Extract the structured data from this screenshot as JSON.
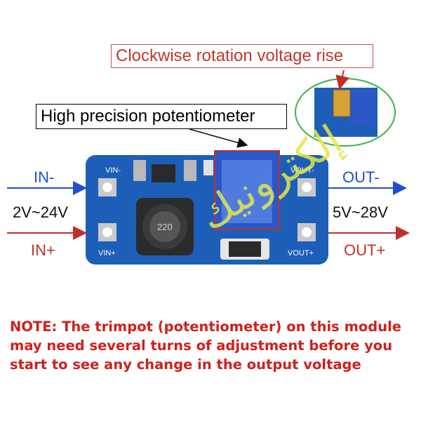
{
  "callouts": {
    "rotation": "Clockwise rotation voltage rise",
    "potentiometer": "High precision potentiometer"
  },
  "input": {
    "minus_label": "IN-",
    "plus_label": "IN+",
    "range": "2V~24V"
  },
  "output": {
    "minus_label": "OUT-",
    "plus_label": "OUT+",
    "range": "5V~28V"
  },
  "board": {
    "vin_minus": "VIN-",
    "vin_plus": "VIN+",
    "vout_minus": "VOUT-",
    "vout_plus": "VOUT+",
    "inductor_code": "220"
  },
  "note": {
    "line1": "NOTE: The trimpot (potentiometer) on this module",
    "line2": "may need several turns of adjustment before you",
    "line3": "start to see any change in the output voltage"
  },
  "watermark": "إلكترونيك",
  "colors": {
    "pcb": "#1d5fb8",
    "in_minus_arrow": "#1f4fd1",
    "in_plus_arrow": "#c0302b",
    "note_text": "#d0201c",
    "watermark": "#e3e84a"
  }
}
